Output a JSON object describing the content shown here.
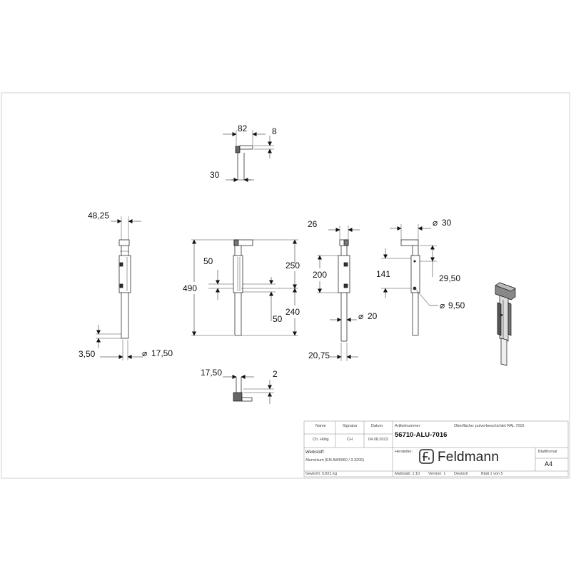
{
  "dimensions": {
    "top_width": "82",
    "top_thickness": "8",
    "top_depth": "30",
    "left_offset": "48,25",
    "left_step": "3,50",
    "left_diameter": "17,50",
    "total_length": "490",
    "upper_length": "250",
    "lower_length": "240",
    "slot_width_upper": "50",
    "slot_width_lower": "50",
    "cap_width": "26",
    "guide_length": "200",
    "bolt_diameter": "20",
    "bolt_offset": "20,75",
    "head_diameter": "30",
    "guide_pos": "141",
    "head_offset": "29,50",
    "hole_diameter": "9,50",
    "bottom_width": "17,50",
    "bottom_thickness": "2",
    "diameter_symbol": "⌀"
  },
  "title_block": {
    "header_name": "Name",
    "header_signature": "Signatur",
    "header_date": "Datum",
    "header_article": "Artikelnummer",
    "surface": "Oberfläche: pulverbeschichtet RAL 7016",
    "author_name": "Ch. Hölig",
    "author_signature": "CH",
    "date_value": "04.08.2023",
    "article_number": "56710-ALU-7016",
    "material_label": "Werkstoff:",
    "material_value": "Aluminium (EN AW6060 / 3.3206)",
    "manufacturer_label": "Hersteller:",
    "company": "Feldmann",
    "sheet_format_label": "Blattformat",
    "sheet_format_value": "A4",
    "weight": "Gewicht: 0,821 kg",
    "scale": "Maßstab: 1:10",
    "version": "Version: 1",
    "language": "Deutsch",
    "sheet_count": "Blatt 1 von 5"
  }
}
